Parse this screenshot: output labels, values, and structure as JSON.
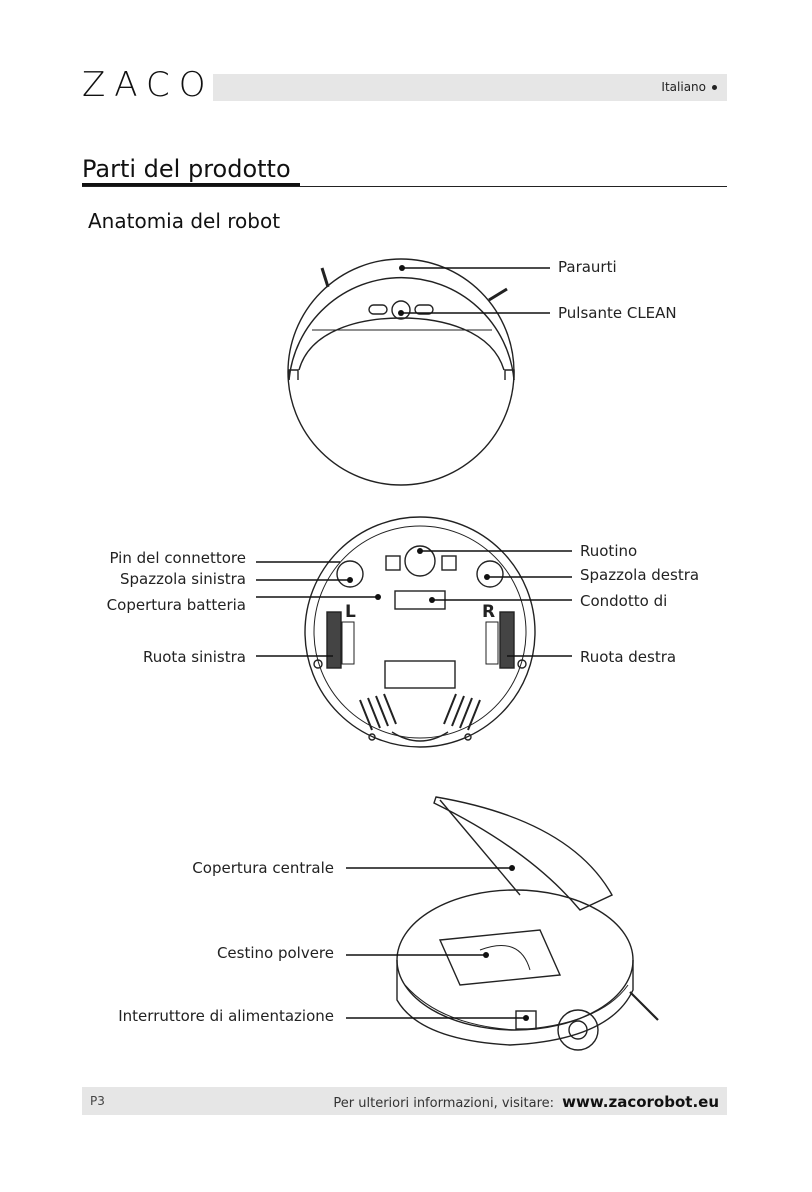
{
  "header": {
    "logo": "ZACO",
    "language": "Italiano"
  },
  "section": {
    "title": "Parti del prodotto",
    "subtitle": "Anatomia del robot"
  },
  "top_view": {
    "labels": [
      "Paraurti",
      "Pulsante CLEAN"
    ]
  },
  "bottom_view": {
    "left_labels": [
      "Pin del connettore",
      "Spazzola sinistra",
      "Copertura batteria",
      "Ruota sinistra"
    ],
    "right_labels": [
      "Ruotino",
      "Spazzola destra",
      "Condotto di",
      "Ruota destra"
    ],
    "wheel_marks": [
      "L",
      "R"
    ]
  },
  "open_view": {
    "labels": [
      "Copertura centrale",
      "Cestino polvere",
      "Interruttore di alimentazione"
    ]
  },
  "footer": {
    "page": "P3",
    "text": "Per ulteriori informazioni, visitare:",
    "url": "www.zacorobot.eu"
  }
}
